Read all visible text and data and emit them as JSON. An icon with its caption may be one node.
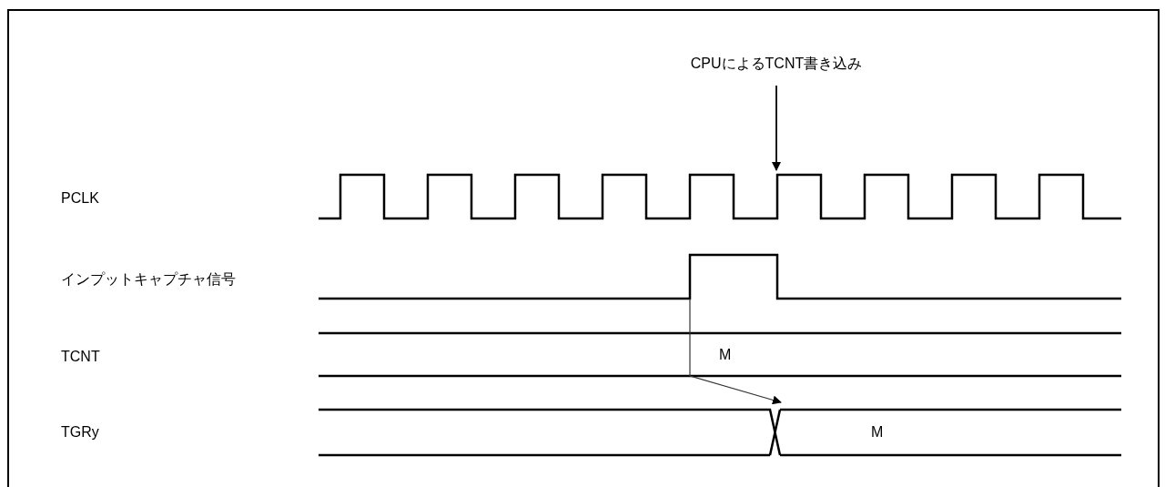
{
  "diagram": {
    "nodes": [
      {
        "text": [
          "CPUによるTCNT書き込み"
        ]
      },
      {
        "text": [],
        "shape": "picture"
      },
      {
        "text": [],
        "shape": "picture"
      },
      {
        "text": [],
        "shape": "picture"
      }
    ],
    "edges": [
      {
        "from": 0,
        "to": 1,
        "arrow": "to"
      },
      {
        "from": 2,
        "to": 3,
        "arrow": "to"
      }
    ],
    "labels": [
      "PCLK",
      "インプットキャプチャ信号",
      "TCNT",
      "M",
      "TGRy",
      "M"
    ]
  }
}
